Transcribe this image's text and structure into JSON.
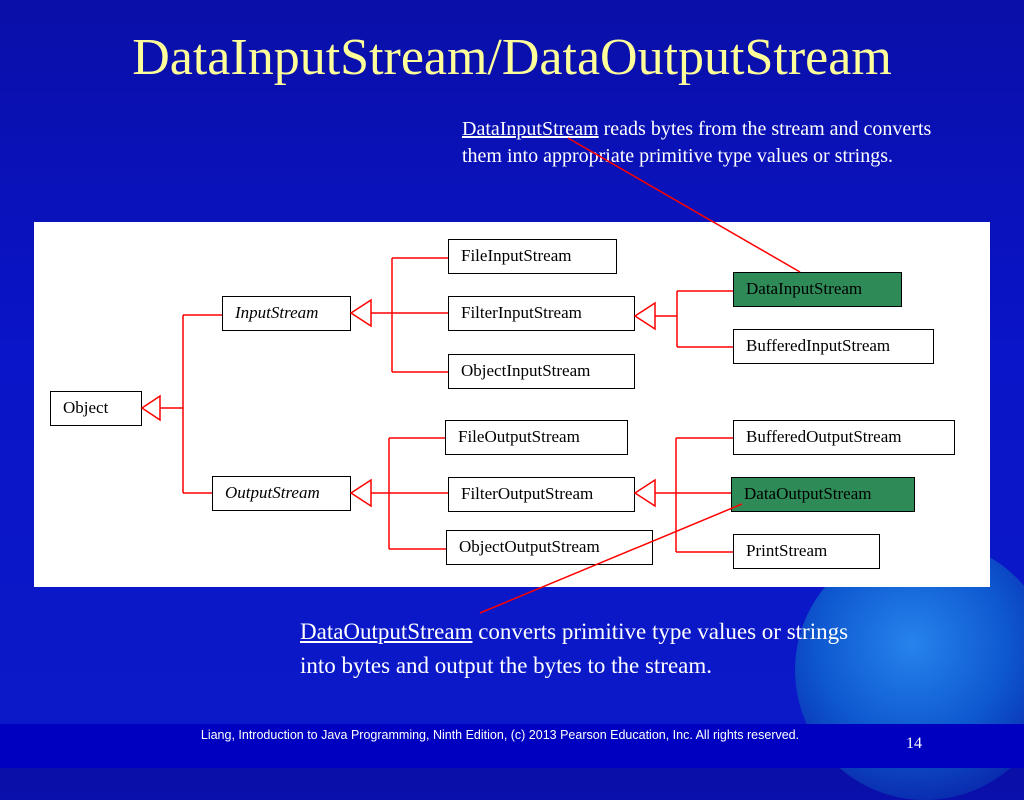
{
  "slide": {
    "title": "DataInputStream/DataOutputStream",
    "page_number": "14",
    "footer": "Liang, Introduction to Java Programming, Ninth Edition, (c) 2013 Pearson Education, Inc. All rights reserved."
  },
  "notes": {
    "top_link": "DataInputStream",
    "top_rest": " reads bytes from the stream and converts them into appropriate primitive type values or strings.",
    "bottom_link": "DataOutputStream",
    "bottom_rest": " converts primitive type values or strings into bytes and output the bytes to the stream."
  },
  "diagram": {
    "object": "Object",
    "input_stream": "InputStream",
    "output_stream": "OutputStream",
    "file_input_stream": "FileInputStream",
    "filter_input_stream": "FilterInputStream",
    "object_input_stream": "ObjectInputStream",
    "data_input_stream": "DataInputStream",
    "buffered_input_stream": "BufferedInputStream",
    "file_output_stream": "FileOutputStream",
    "filter_output_stream": "FilterOutputStream",
    "object_output_stream": "ObjectOutputStream",
    "buffered_output_stream": "BufferedOutputStream",
    "data_output_stream": "DataOutputStream",
    "print_stream": "PrintStream",
    "highlight_color": "#2e8b57",
    "line_color": "#ff0000"
  }
}
